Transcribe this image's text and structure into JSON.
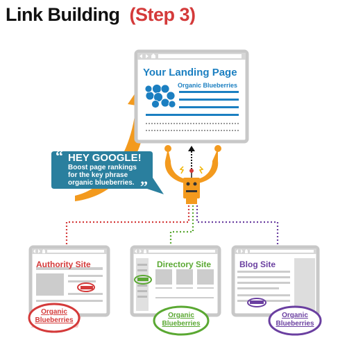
{
  "title": {
    "main": "Link Building",
    "step": "(Step 3)"
  },
  "landing_page": {
    "title": "Your Landing Page",
    "subtitle": "Organic Blueberries"
  },
  "bubble": {
    "open_quote": "“",
    "heading": "HEY GOOGLE!",
    "lines": [
      "Boost page rankings",
      "for the key phrase",
      "organic blueberries."
    ],
    "close_quote": "”"
  },
  "sites": [
    {
      "title": "Authority Site",
      "anchor": [
        "Organic",
        "Blueberries"
      ],
      "color": "#d43a3a"
    },
    {
      "title": "Directory Site",
      "anchor": [
        "Organic",
        "Blueberries"
      ],
      "color": "#5aa832"
    },
    {
      "title": "Blog Site",
      "anchor": [
        "Organic",
        "Blueberries"
      ],
      "color": "#6a3fa0"
    }
  ],
  "colors": {
    "blue": "#1b7fc1",
    "teal": "#2a7f9e",
    "orange": "#f39a1e",
    "red": "#d43a3a",
    "green": "#5aa832",
    "purple": "#6a3fa0"
  }
}
